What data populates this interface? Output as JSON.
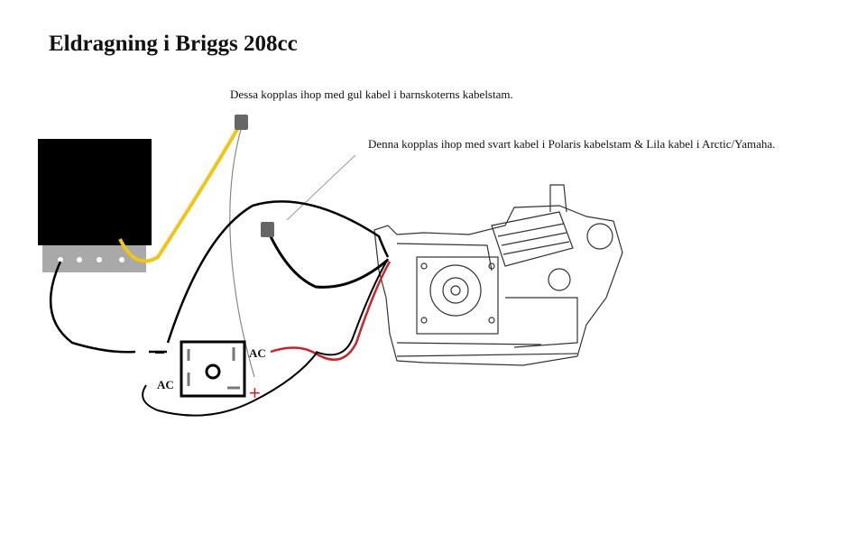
{
  "title": "Eldragning i Briggs 208cc",
  "annotations": {
    "yellow_wire_note": "Dessa kopplas ihop med gul kabel i barnskoterns kabelstam.",
    "black_wire_note": "Denna kopplas ihop med svart kabel i Polaris kabelstam & Lila kabel i Arctic/Yamaha."
  },
  "rectifier": {
    "ac_right": "AC",
    "ac_left": "AC",
    "plus": "+",
    "minus": "–"
  },
  "colors": {
    "yellow_wire": "#f2c417",
    "red_wire": "#c8262a",
    "black_wire": "#000000",
    "connector": "#666666",
    "terminal_strip": "#a9a9a9"
  }
}
